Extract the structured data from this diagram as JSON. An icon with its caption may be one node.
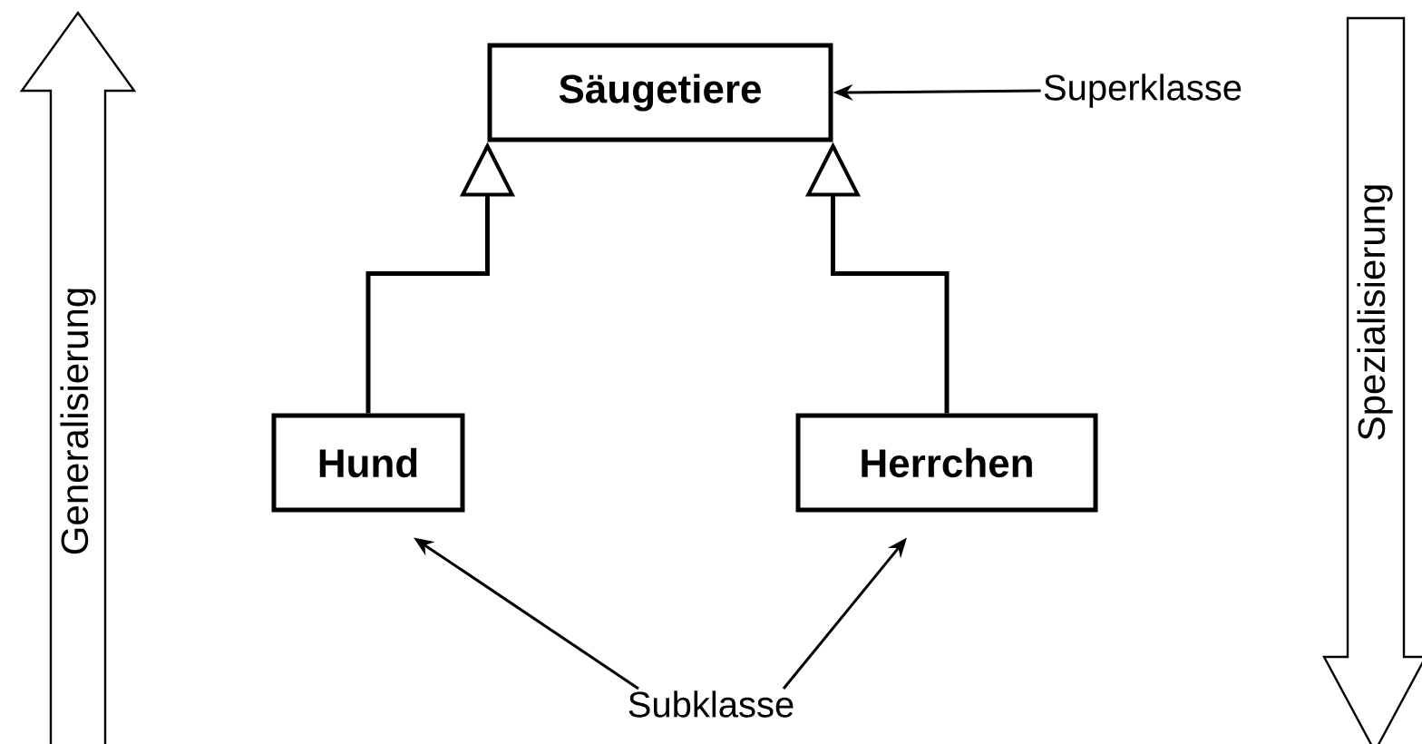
{
  "diagram": {
    "nodes": [
      {
        "text": [
          "Säugetiere"
        ]
      },
      {
        "text": [
          "Superklasse"
        ]
      },
      {
        "text": [
          "Hund"
        ]
      },
      {
        "text": [
          "Herrchen"
        ]
      },
      {
        "text": [
          "Subklasse"
        ]
      },
      {
        "text": [
          "Generalisierung"
        ]
      },
      {
        "text": [
          "Spezialisierung"
        ]
      }
    ],
    "edges": [
      {
        "from": 1,
        "to": 0,
        "arrow": "to"
      },
      {
        "from": 2,
        "to": 0,
        "arrow": "to"
      },
      {
        "from": 3,
        "to": 0,
        "arrow": "to"
      },
      {
        "from": 4,
        "to": 2,
        "arrow": "to"
      },
      {
        "from": 4,
        "to": 3,
        "arrow": "to"
      }
    ]
  }
}
